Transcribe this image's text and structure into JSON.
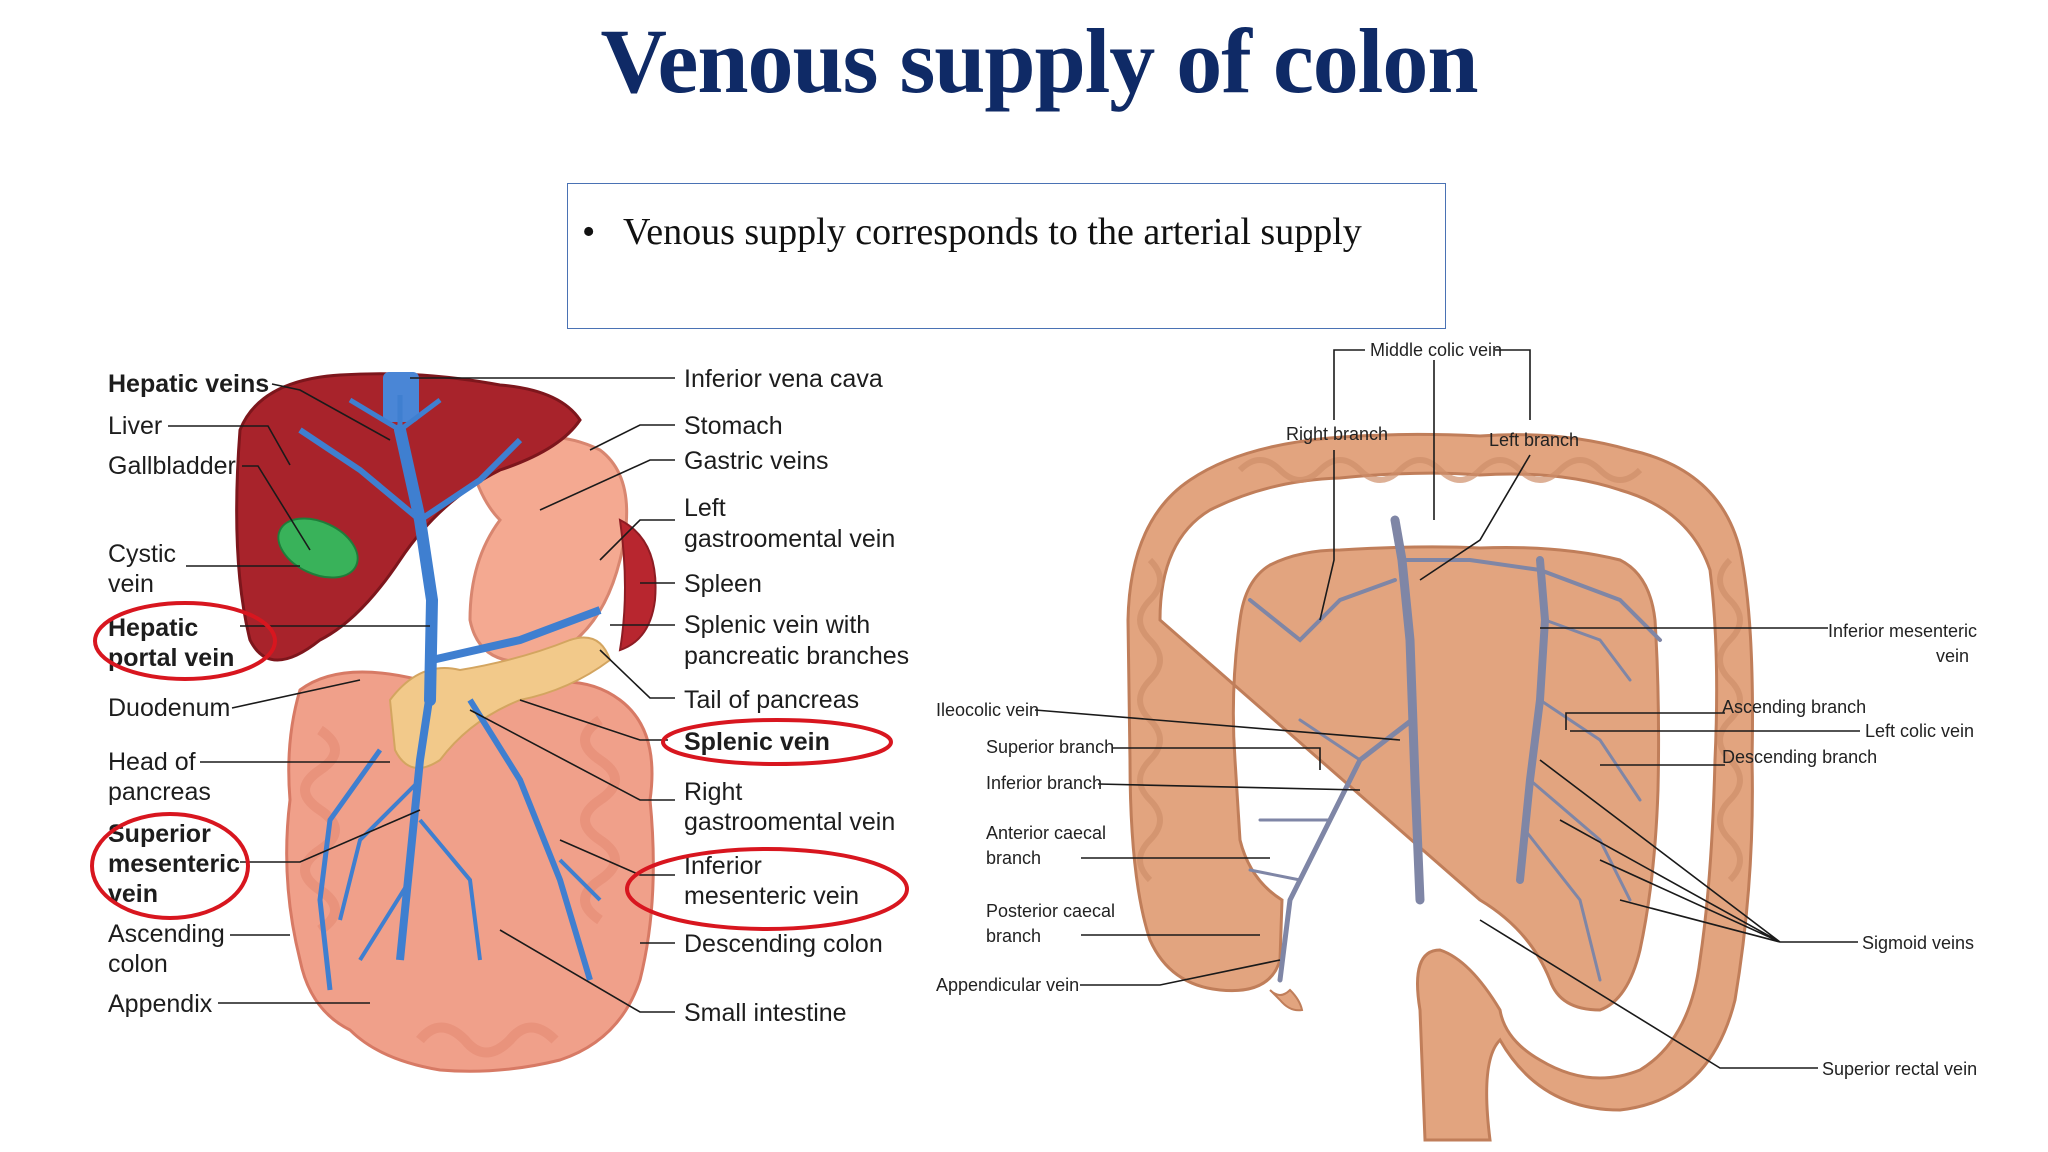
{
  "title": "Venous supply of colon",
  "bullet": {
    "marker": "•",
    "text": "Venous supply corresponds to the arterial supply"
  },
  "left_figure": {
    "labels_left": [
      "Hepatic veins",
      "Liver",
      "Gallbladder",
      "Cystic",
      "vein",
      "Hepatic",
      "portal vein",
      "Duodenum",
      "Head of",
      "pancreas",
      "Superior",
      "mesenteric",
      "vein",
      "Ascending",
      "colon",
      "Appendix"
    ],
    "labels_right": [
      "Inferior vena cava",
      "Stomach",
      "Gastric veins",
      "Left",
      "gastroomental vein",
      "Spleen",
      "Splenic vein with",
      "pancreatic branches",
      "Tail of pancreas",
      "Splenic vein",
      "Right",
      "gastroomental vein",
      "Inferior",
      "mesenteric vein",
      "Descending colon",
      "Small intestine"
    ],
    "circle_color": "#d8161f"
  },
  "right_figure": {
    "labels": [
      "Middle colic vein",
      "Right branch",
      "Left branch",
      "Inferior mesenteric",
      "vein",
      "Ascending branch",
      "Left colic vein",
      "Descending branch",
      "Ileocolic vein",
      "Superior branch",
      "Inferior branch",
      "Anterior caecal",
      "branch",
      "Posterior caecal",
      "branch",
      "Appendicular vein",
      "Sigmoid veins",
      "Superior rectal vein"
    ]
  },
  "colors": {
    "title": "#0f2a66",
    "box_border": "#4a72b4",
    "liver": "#a8232b",
    "gut": "#f0a08a",
    "vein_blue": "#3f7fd0",
    "colon": "#e2a47f",
    "vein_grey": "#7f86a6"
  }
}
